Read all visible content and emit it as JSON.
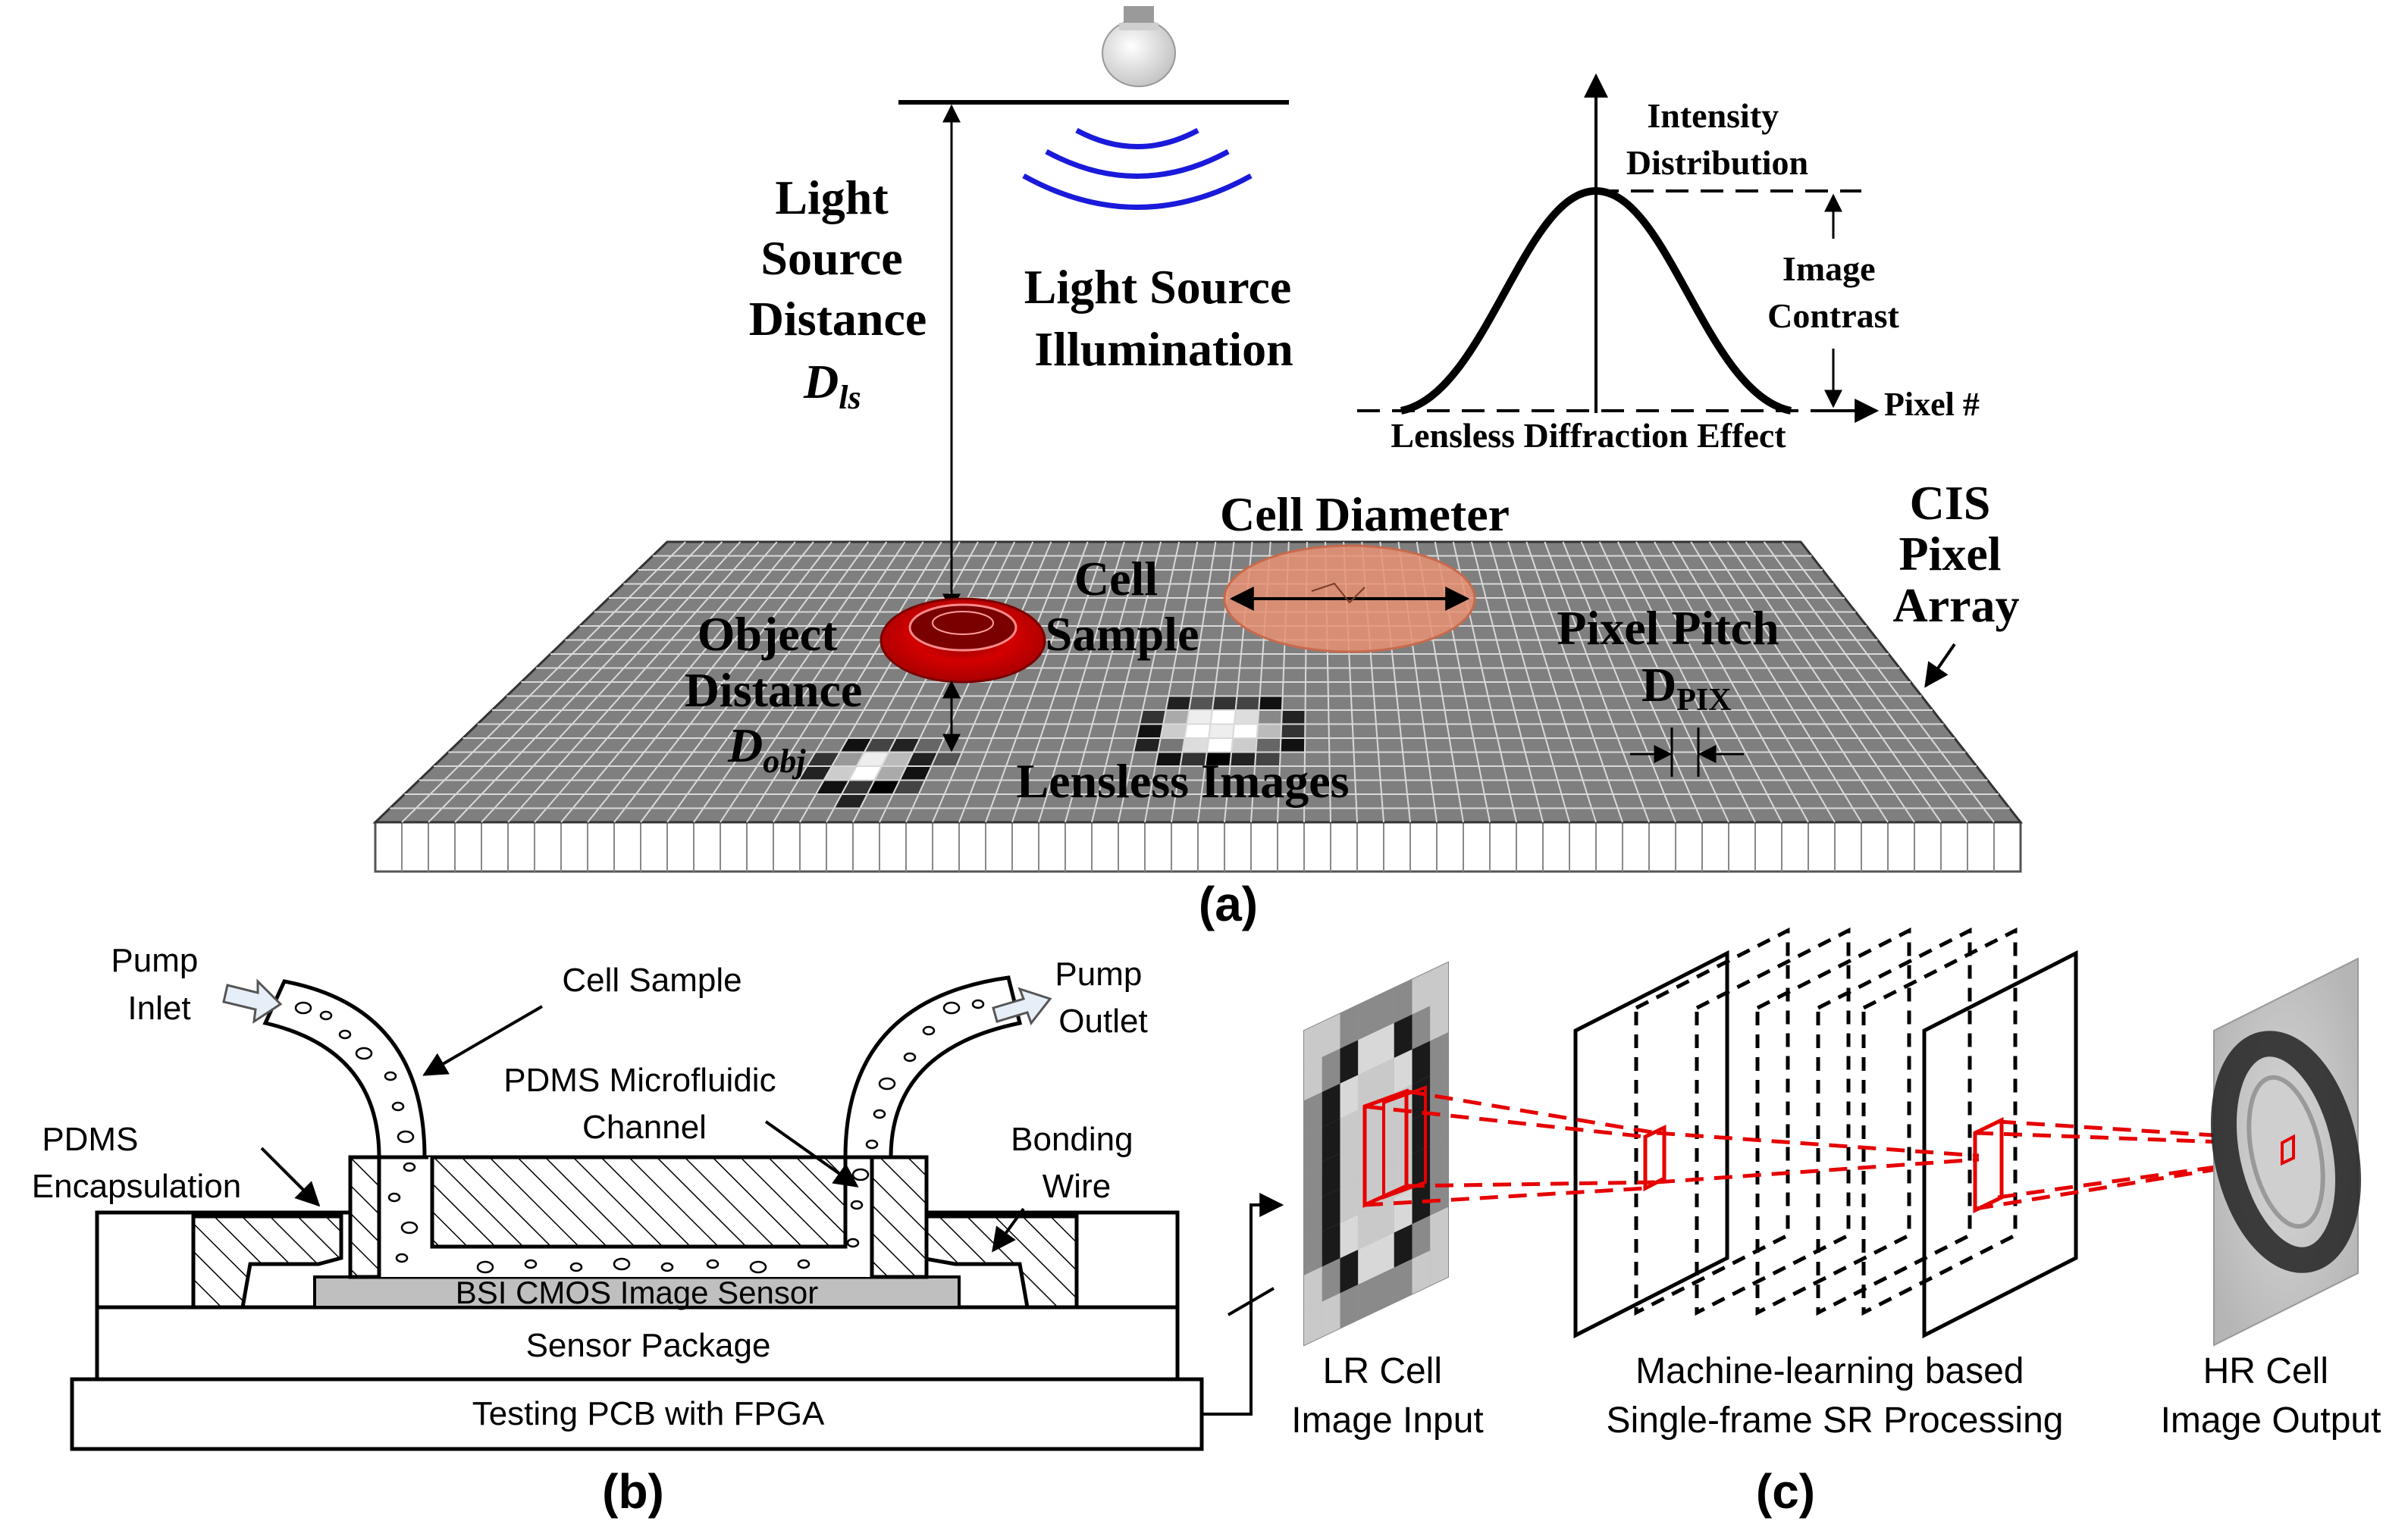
{
  "panel_a": {
    "label": "(a)",
    "light_source_distance": [
      "Light",
      "Source",
      "Distance"
    ],
    "light_source_distance_symbol": "D",
    "light_source_distance_sub": "ls",
    "light_source_illumination": [
      "Light Source",
      "Illumination"
    ],
    "intensity_distribution": [
      "Intensity",
      "Distribution"
    ],
    "image_contrast": [
      "Image",
      "Contrast"
    ],
    "pixel_axis": "Pixel #",
    "lensless_diffraction_effect": "Lensless Diffraction Effect",
    "cell_diameter": "Cell Diameter",
    "cis_pixel_array": [
      "CIS",
      "Pixel",
      "Array"
    ],
    "cell_sample": [
      "Cell",
      "Sample"
    ],
    "object_distance": [
      "Object",
      "Distance"
    ],
    "object_distance_symbol": "D",
    "object_distance_sub": "obj",
    "pixel_pitch": "Pixel Pitch",
    "pixel_pitch_symbol": "D",
    "pixel_pitch_sub": "PIX",
    "lensless_images": "Lensless Images"
  },
  "panel_b": {
    "label": "(b)",
    "pump_inlet": [
      "Pump",
      "Inlet"
    ],
    "pump_outlet": [
      "Pump",
      "Outlet"
    ],
    "cell_sample": "Cell Sample",
    "pdms_microfluidic_channel": [
      "PDMS Microfluidic",
      "Channel"
    ],
    "pdms_encapsulation": [
      "PDMS",
      "Encapsulation"
    ],
    "bonding_wire": [
      "Bonding",
      "Wire"
    ],
    "bsi_cmos_image_sensor": "BSI CMOS Image Sensor",
    "sensor_package": "Sensor Package",
    "testing_pcb": "Testing PCB with FPGA"
  },
  "panel_c": {
    "label": "(c)",
    "lr_input": [
      "LR Cell",
      "Image Input"
    ],
    "sr_processing": [
      "Machine-learning based",
      "Single-frame SR Processing"
    ],
    "hr_output": [
      "HR Cell",
      "Image Output"
    ]
  },
  "colors": {
    "blue_waves": "#1a1adb",
    "red": "#e60000",
    "cell_red": "#c40000",
    "cell_orange": "#e69073",
    "grid_gray": "#7f7f7f"
  }
}
